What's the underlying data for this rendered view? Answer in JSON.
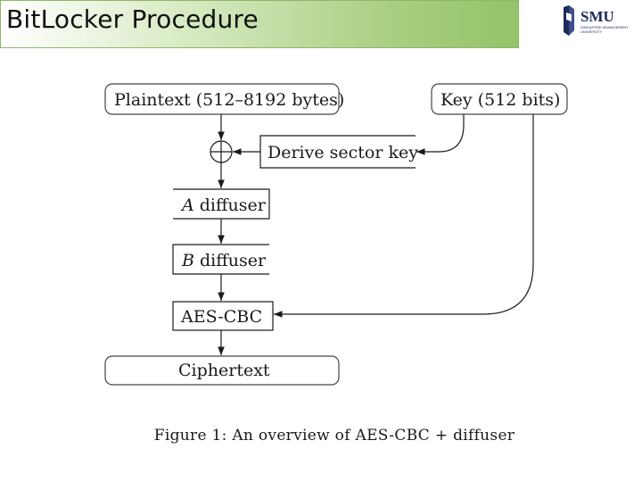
{
  "slide": {
    "title": "BitLocker Procedure"
  },
  "logo": {
    "name": "SMU",
    "fine_print": "SINGAPORE MANAGEMENT UNIVERSITY"
  },
  "diagram": {
    "nodes": {
      "plaintext": "Plaintext (512–8192 bytes)",
      "key": "Key (512 bits)",
      "derive": "Derive sector key",
      "a_var": "A",
      "a_suffix": " diffuser",
      "b_var": "B",
      "b_suffix": " diffuser",
      "aes": "AES-CBC",
      "ciphertext": "Ciphertext"
    },
    "caption": "Figure 1: An overview of AES-CBC + diffuser"
  }
}
